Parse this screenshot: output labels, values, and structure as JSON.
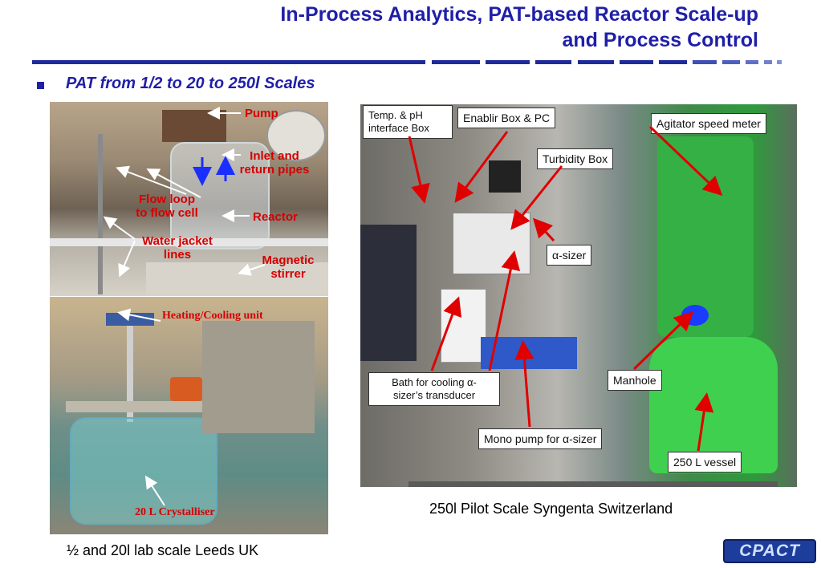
{
  "title_line1": "In-Process Analytics, PAT-based Reactor Scale-up",
  "title_line2": "and Process Control",
  "subtitle": "PAT from 1/2 to 20 to 250l Scales",
  "lab_small": {
    "pump": "Pump",
    "inlet_l1": "Inlet and",
    "inlet_l2": "return pipes",
    "flow_l1": "Flow loop",
    "flow_l2": "to flow cell",
    "reactor": "Reactor",
    "water_l1": "Water jacket",
    "water_l2": "lines",
    "stirrer_l1": "Magnetic",
    "stirrer_l2": "stirrer"
  },
  "lab_large": {
    "heating": "Heating/Cooling unit",
    "crystalliser": "20 L Crystalliser"
  },
  "pilot": {
    "temp_l1": "Temp. & pH",
    "temp_l2": "interface Box",
    "enablir": "Enablir Box & PC",
    "turbidity": "Turbidity Box",
    "agitator": "Agitator speed meter",
    "asizer": "α-sizer",
    "bath_l1": "Bath for cooling α-",
    "bath_l2": "sizer’s transducer",
    "manhole": "Manhole",
    "mono": "Mono pump for α-sizer",
    "vessel": "250 L vessel"
  },
  "caption_pilot": "250l Pilot Scale Syngenta Switzerland",
  "caption_lab": "½ and 20l lab scale Leeds UK",
  "logo": "CPACT"
}
